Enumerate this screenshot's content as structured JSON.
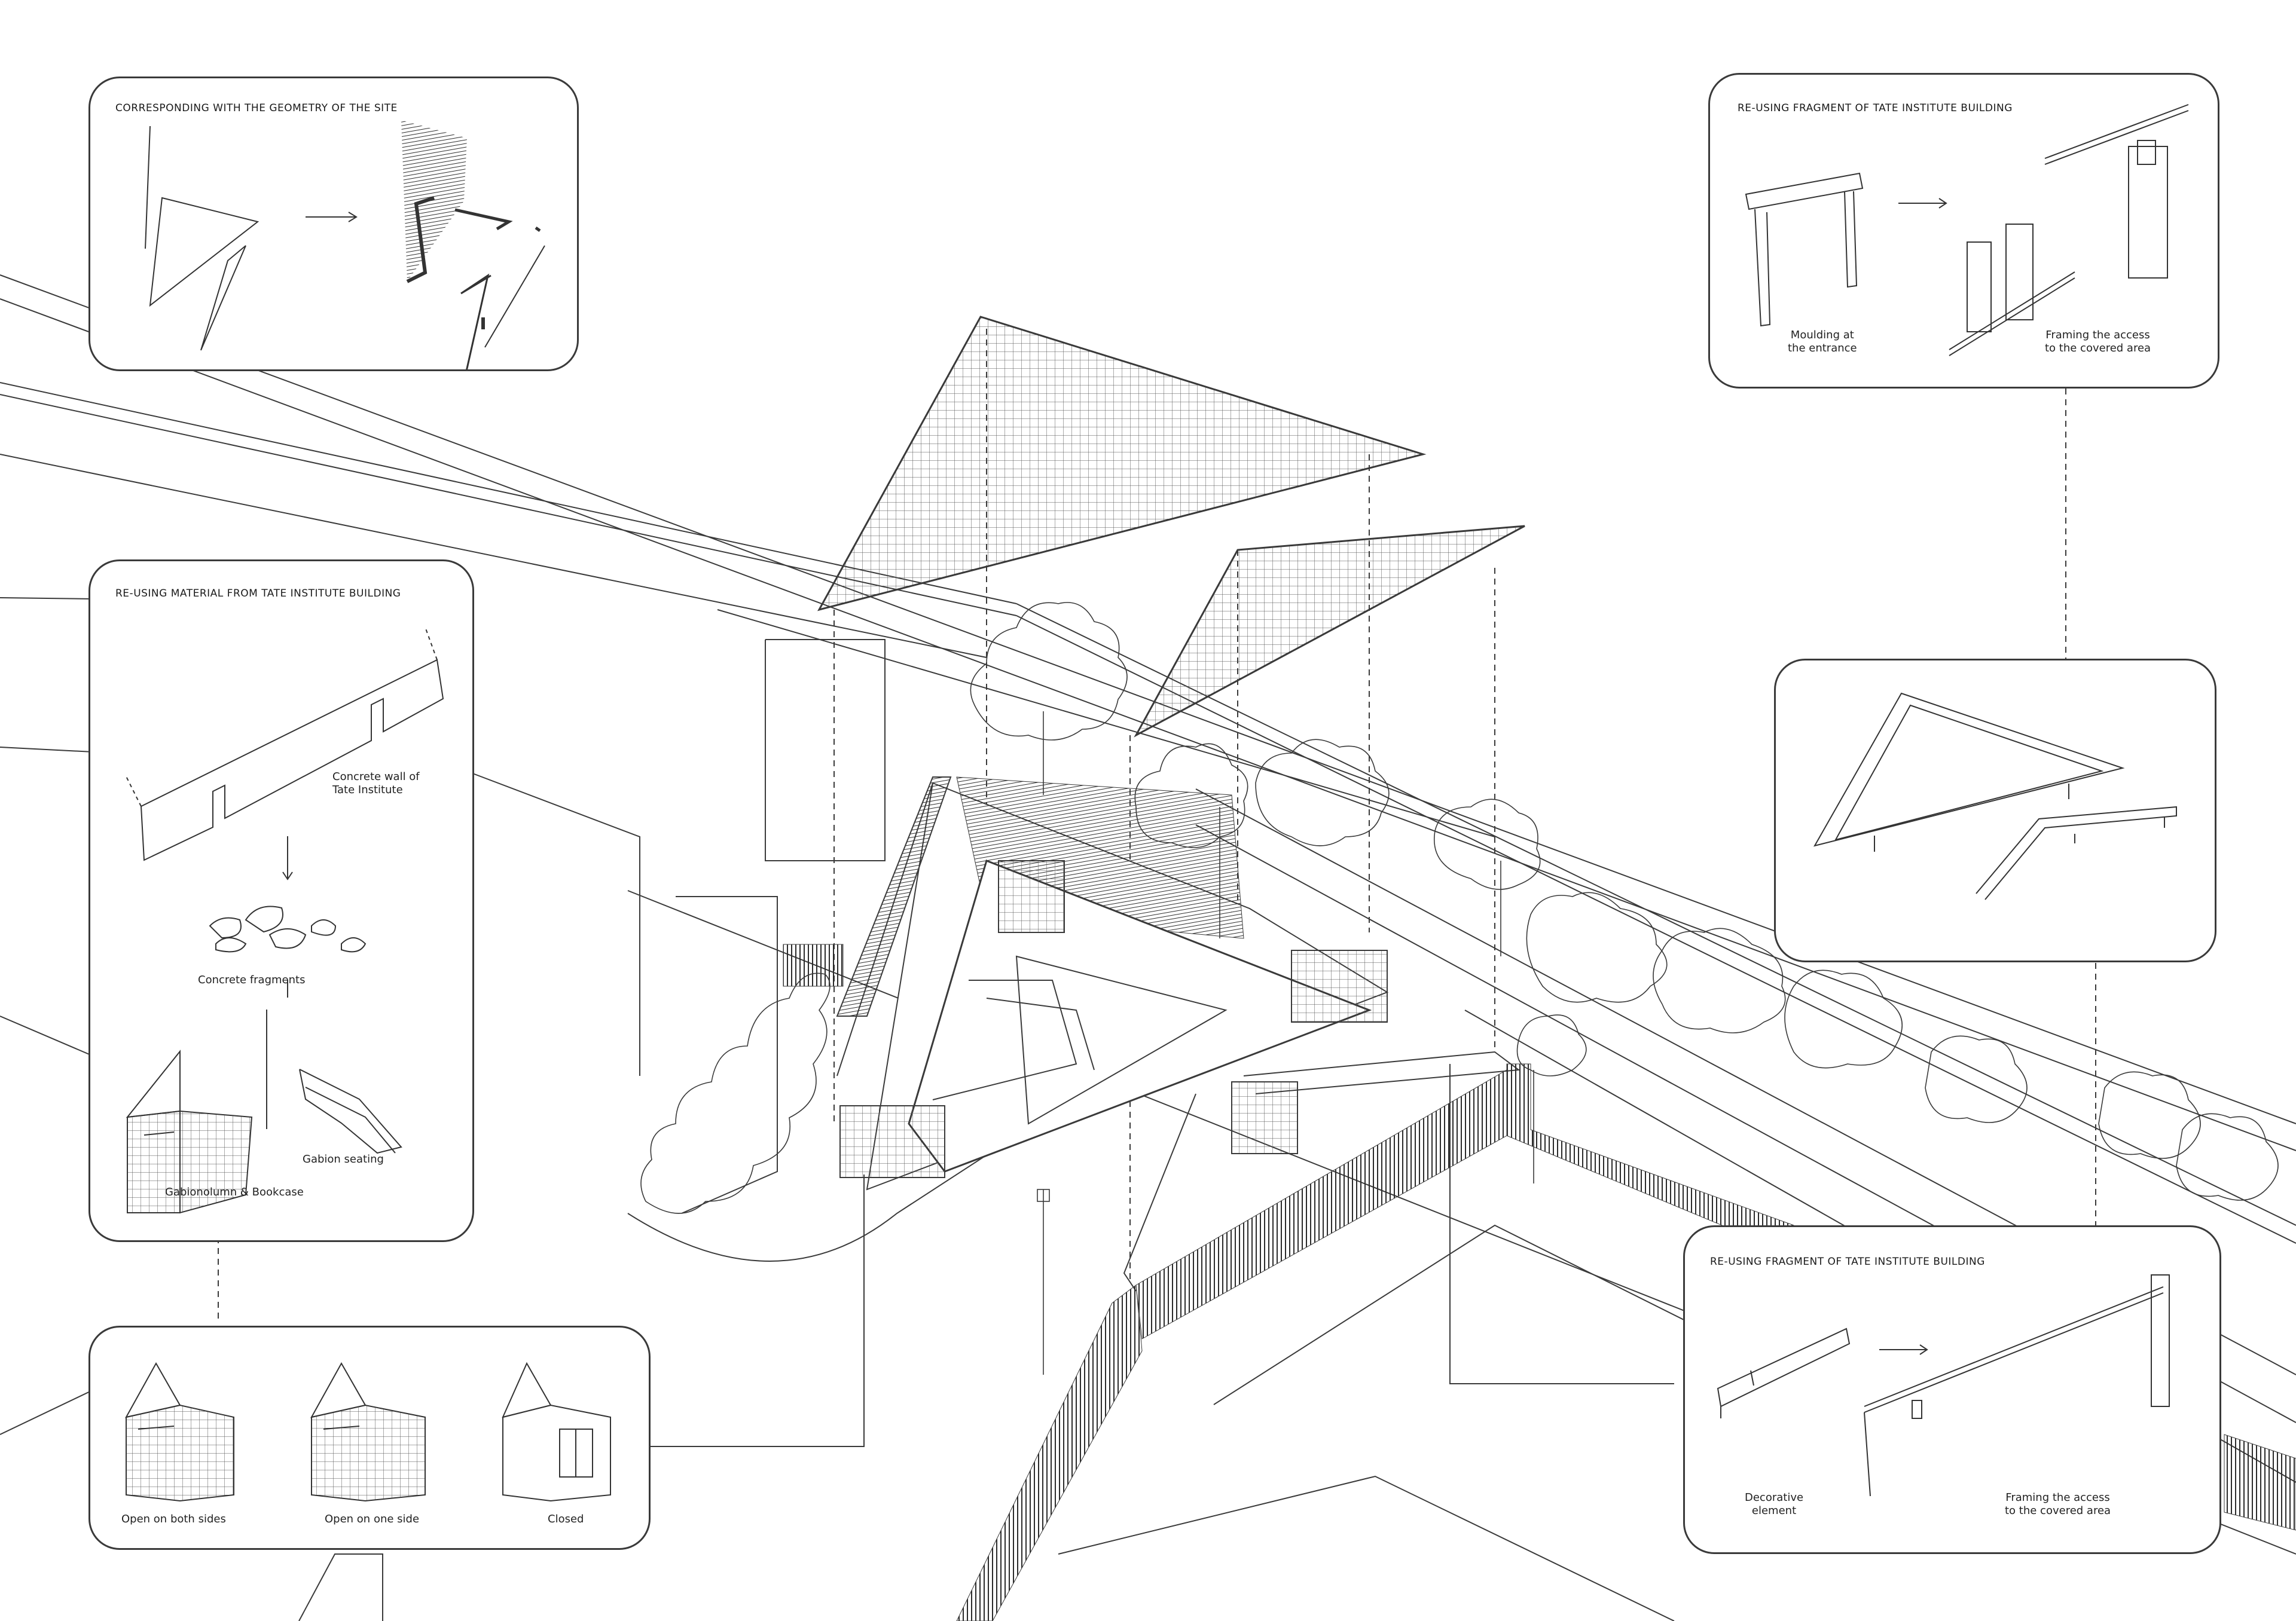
{
  "panels": {
    "geometry": {
      "title": "CORRESPONDING WITH THE GEOMETRY OF THE SITE"
    },
    "material": {
      "title": "RE-USING MATERIAL FROM TATE INSTITUTE BUILDING",
      "wall_caption": "Concrete wall of\nTate Institute",
      "fragments_caption": "Concrete fragments",
      "gabion_seat_caption": "Gabion seating",
      "column_caption": "Gabionolumn & Bookcase"
    },
    "column_types": {
      "open_both": "Open on both sides",
      "open_one": "Open on one side",
      "closed": "Closed"
    },
    "fragment_top": {
      "title": "RE-USING FRAGMENT OF TATE INSTITUTE BUILDING",
      "moulding_caption": "Moulding at\nthe entrance",
      "framing_caption": "Framing the access\nto the covered area"
    },
    "fragment_bottom": {
      "title": "RE-USING FRAGMENT OF TATE INSTITUTE BUILDING",
      "decorative_caption": "Decorative\nelement",
      "framing_caption": "Framing the access\nto the covered area"
    }
  },
  "colors": {
    "line": "#2b2b2b",
    "light_line": "#8a8a8a",
    "fill": "#ffffff"
  }
}
